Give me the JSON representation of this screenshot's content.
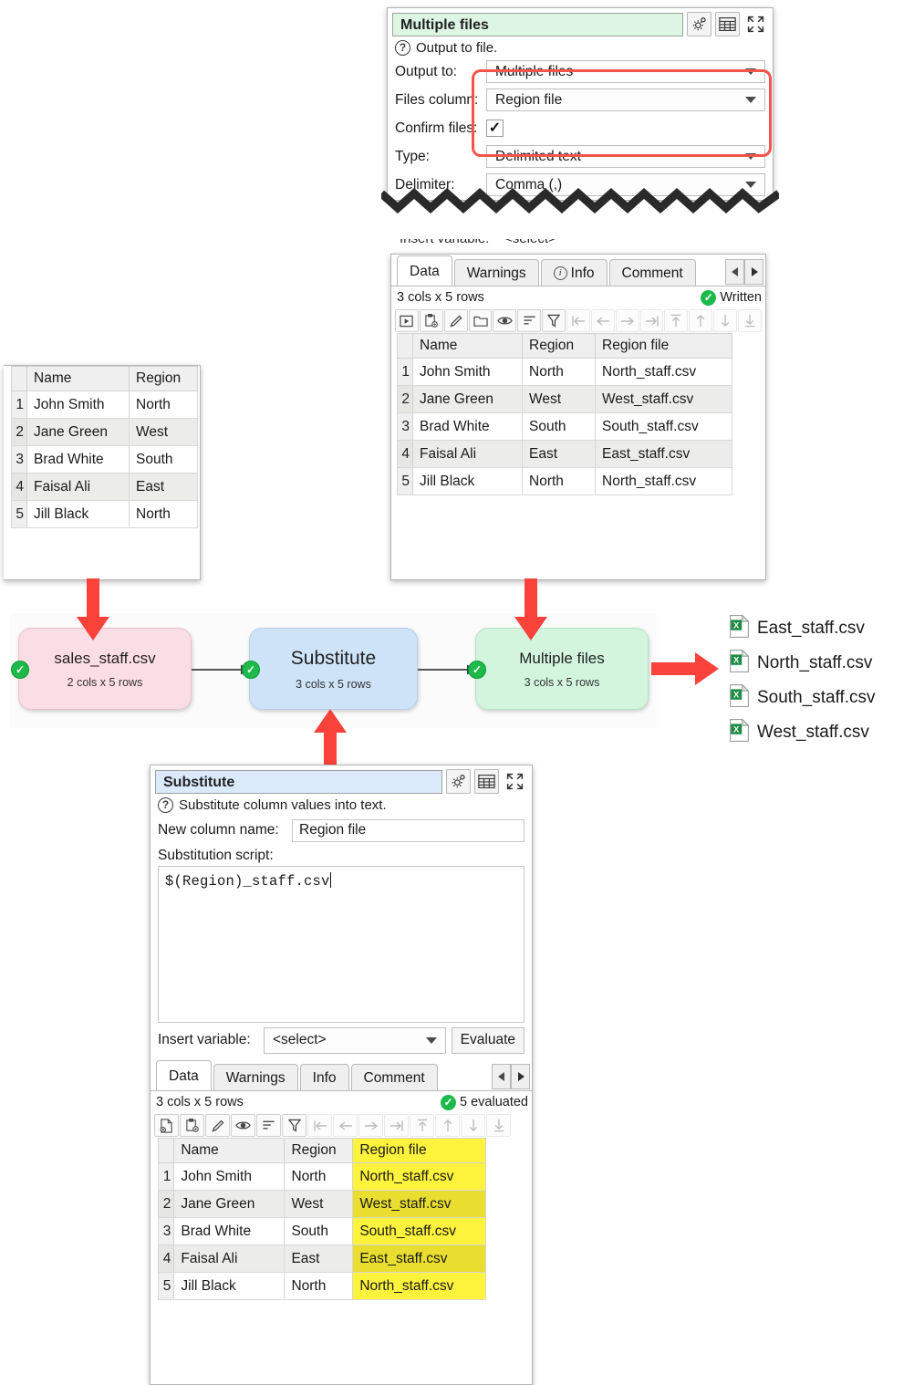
{
  "output_panel": {
    "title": "Multiple files",
    "help_text": "Output to file.",
    "fields": [
      {
        "label": "Output to:",
        "value": "Multiple files",
        "kind": "combo"
      },
      {
        "label": "Files column:",
        "value": "Region file",
        "kind": "combo"
      },
      {
        "label": "Confirm files:",
        "value": "✓",
        "kind": "check"
      },
      {
        "label": "Type:",
        "value": "Delimited text",
        "kind": "combo"
      },
      {
        "label": "Delimiter:",
        "value": "Comma (,)",
        "kind": "combo"
      }
    ],
    "title_buttons": [
      "settings-gear-icon",
      "table-view-icon",
      "expand-icon"
    ]
  },
  "output_table_panel": {
    "tabs": [
      {
        "label": "Data",
        "selected": true,
        "icon": ""
      },
      {
        "label": "Warnings",
        "selected": false,
        "icon": ""
      },
      {
        "label": "Info",
        "selected": false,
        "icon": "info-icon"
      },
      {
        "label": "Comment",
        "selected": false,
        "icon": ""
      }
    ],
    "status_left": "3 cols x 5 rows",
    "status_right": "Written",
    "columns": [
      "Name",
      "Region",
      "Region file"
    ],
    "rows": [
      {
        "n": "1",
        "cells": [
          "John Smith",
          "North",
          "North_staff.csv"
        ]
      },
      {
        "n": "2",
        "cells": [
          "Jane Green",
          "West",
          "West_staff.csv"
        ]
      },
      {
        "n": "3",
        "cells": [
          "Brad White",
          "South",
          "South_staff.csv"
        ]
      },
      {
        "n": "4",
        "cells": [
          "Faisal Ali",
          "East",
          "East_staff.csv"
        ]
      },
      {
        "n": "5",
        "cells": [
          "Jill Black",
          "North",
          "North_staff.csv"
        ]
      }
    ]
  },
  "source_table_panel": {
    "columns": [
      "Name",
      "Region"
    ],
    "rows": [
      {
        "n": "1",
        "cells": [
          "John Smith",
          "North"
        ]
      },
      {
        "n": "2",
        "cells": [
          "Jane Green",
          "West"
        ]
      },
      {
        "n": "3",
        "cells": [
          "Brad White",
          "South"
        ]
      },
      {
        "n": "4",
        "cells": [
          "Faisal Ali",
          "East"
        ]
      },
      {
        "n": "5",
        "cells": [
          "Jill Black",
          "North"
        ]
      }
    ]
  },
  "flow": {
    "nodes": [
      {
        "name": "sales_staff.csv",
        "sub": "2 cols x 5 rows",
        "color": "#fbdde5",
        "status": "✓"
      },
      {
        "name": "Substitute",
        "sub": "3 cols x 5 rows",
        "color": "#cfe3f8",
        "status": "✓"
      },
      {
        "name": "Multiple files",
        "sub": "3 cols x 5 rows",
        "color": "#d3f5dd",
        "status": "✓"
      }
    ]
  },
  "output_files": [
    {
      "name": "East_staff.csv",
      "icon": "excel-file-icon"
    },
    {
      "name": "North_staff.csv",
      "icon": "excel-file-icon"
    },
    {
      "name": "South_staff.csv",
      "icon": "excel-file-icon"
    },
    {
      "name": "West_staff.csv",
      "icon": "excel-file-icon"
    }
  ],
  "substitute_panel": {
    "title": "Substitute",
    "help_text": "Substitute column values into text.",
    "new_column_label": "New column name:",
    "new_column_value": "Region file",
    "script_label": "Substitution script:",
    "script_value": "$(Region)_staff.csv",
    "insert_variable_label": "Insert variable:",
    "insert_variable_value": "<select>",
    "evaluate_label": "Evaluate",
    "tabs": [
      {
        "label": "Data",
        "selected": true
      },
      {
        "label": "Warnings",
        "selected": false
      },
      {
        "label": "Info",
        "selected": false
      },
      {
        "label": "Comment",
        "selected": false
      }
    ],
    "status_left": "3 cols x 5 rows",
    "status_right": "5 evaluated",
    "columns": [
      "Name",
      "Region",
      "Region file"
    ],
    "highlight_column_index": 2,
    "rows": [
      {
        "n": "1",
        "cells": [
          "John Smith",
          "North",
          "North_staff.csv"
        ]
      },
      {
        "n": "2",
        "cells": [
          "Jane Green",
          "West",
          "West_staff.csv"
        ]
      },
      {
        "n": "3",
        "cells": [
          "Brad White",
          "South",
          "South_staff.csv"
        ]
      },
      {
        "n": "4",
        "cells": [
          "Faisal Ali",
          "East",
          "East_staff.csv"
        ]
      },
      {
        "n": "5",
        "cells": [
          "Jill Black",
          "North",
          "North_staff.csv"
        ]
      }
    ]
  },
  "colors": {
    "annotation_red": "#f4544a",
    "arrow_red": "#f8423a",
    "highlight_yellow": "#fdf23c",
    "status_green": "#1db94a",
    "excel_green": "#1e8b45"
  }
}
